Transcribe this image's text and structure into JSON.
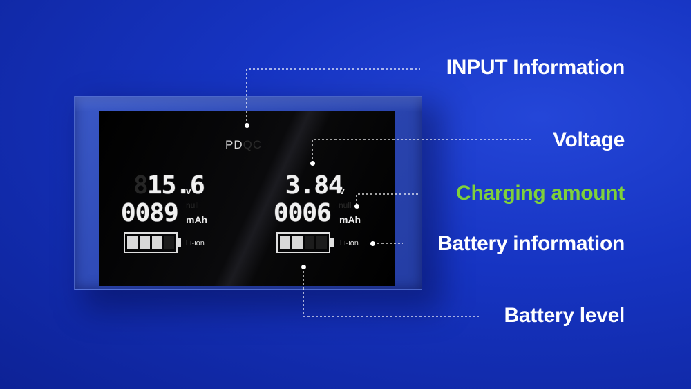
{
  "display": {
    "protocol_pd": "PD",
    "protocol_qc": "QC",
    "left": {
      "voltage": "15.6",
      "voltage_ghost": "8",
      "voltage_unit": "v",
      "capacity": "0089",
      "capacity_unit": "mAh",
      "null_label": "null",
      "battery_cells_on": 3,
      "battery_cells_total": 4,
      "chemistry": "Li-ion"
    },
    "right": {
      "voltage": "3.84",
      "voltage_unit": "v",
      "capacity": "0006",
      "capacity_unit": "mAh",
      "null_label": "null",
      "battery_cells_on": 2,
      "battery_cells_total": 4,
      "chemistry": "Li-ion"
    }
  },
  "callouts": {
    "input": "INPUT Information",
    "voltage": "Voltage",
    "charging": "Charging amount",
    "battery_info": "Battery information",
    "battery_level": "Battery level"
  },
  "colors": {
    "background": "#1634c2",
    "callout_text": "#ffffff",
    "charging_highlight": "#7fd13a",
    "lcd_text": "#f0f0f0"
  }
}
